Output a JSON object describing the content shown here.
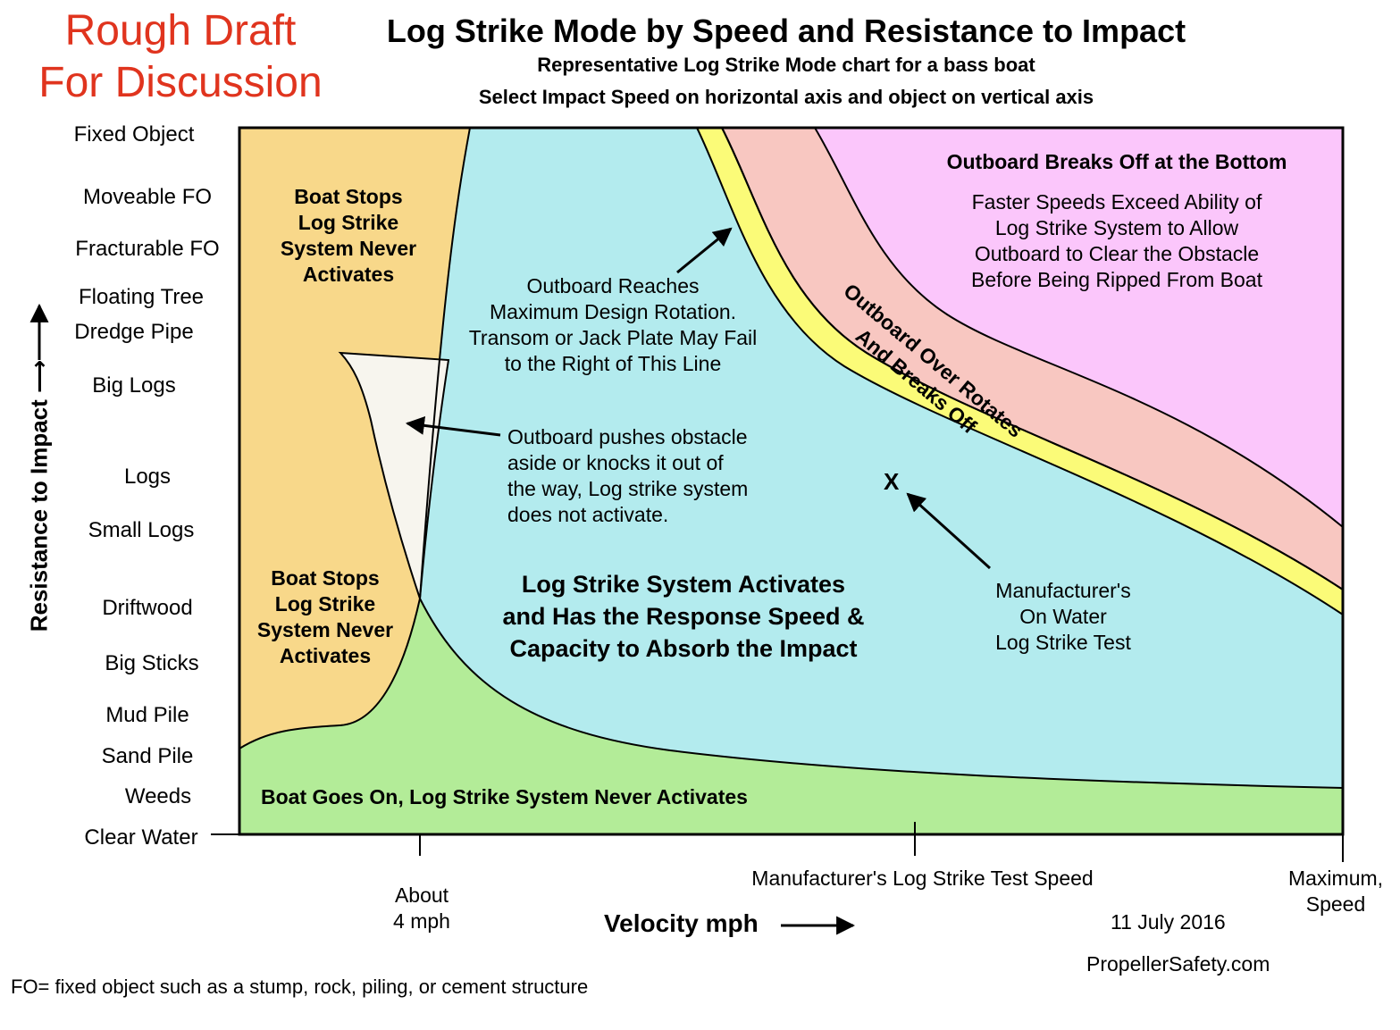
{
  "header": {
    "draft_line1": "Rough Draft",
    "draft_line2": "For Discussion",
    "title": "Log Strike Mode by Speed and Resistance to Impact",
    "subtitle1": "Representative Log Strike Mode chart for a bass boat",
    "subtitle2": "Select Impact Speed on horizontal axis and object on vertical axis"
  },
  "y_axis": {
    "title": "Resistance to Impact",
    "labels": [
      "Fixed Object",
      "Moveable FO",
      "Fracturable FO",
      "Floating Tree",
      "Dredge Pipe",
      "Big Logs",
      "Logs",
      "Small Logs",
      "Driftwood",
      "Big Sticks",
      "Mud Pile",
      "Sand Pile",
      "Weeds",
      "Clear Water"
    ]
  },
  "x_axis": {
    "title": "Velocity mph",
    "tick_about_1": "About",
    "tick_about_2": "4 mph",
    "tick_test": "Manufacturer's Log Strike Test Speed",
    "tick_max_1": "Maximum,",
    "tick_max_2": "Speed"
  },
  "regions": {
    "boat_stops_top": [
      "Boat Stops",
      "Log Strike",
      "System Never",
      "Activates"
    ],
    "boat_stops_bottom": [
      "Boat Stops",
      "Log Strike",
      "System Never",
      "Activates"
    ],
    "activates": [
      "Log Strike System Activates",
      "and Has the Response Speed &",
      "Capacity to Absorb the Impact"
    ],
    "goes_on": "Boat Goes On, Log Strike System Never Activates",
    "breaks_off_title": "Outboard Breaks Off at the Bottom",
    "breaks_off_desc": [
      "Faster Speeds Exceed Ability of",
      "Log Strike System to Allow",
      "Outboard to Clear the Obstacle",
      "Before Being Ripped From Boat"
    ],
    "over_rotates_1": "Outboard Over Rotates",
    "over_rotates_2": "And Breaks Off"
  },
  "annotations": {
    "max_rotation": [
      "Outboard Reaches",
      "Maximum Design Rotation.",
      "Transom or Jack Plate May Fail",
      "to the Right of This Line"
    ],
    "pushes": [
      "Outboard pushes obstacle",
      "aside or knocks it out of",
      "the way, Log strike system",
      "does not activate."
    ],
    "test_marker": "X",
    "test_label": [
      "Manufacturer's",
      "On Water",
      "Log Strike Test"
    ]
  },
  "footer": {
    "date": "11 July 2016",
    "site": "PropellerSafety.com",
    "note": "FO= fixed object such as a stump, rock, piling, or cement structure"
  },
  "colors": {
    "orange": "#f8d88a",
    "cyan": "#b3ebee",
    "green": "#b3ec98",
    "cream": "#f7f5ee",
    "yellow": "#fbfb78",
    "pink": "#f8c7c1",
    "magenta": "#fbc6fb",
    "draft_red": "#e0341e"
  }
}
